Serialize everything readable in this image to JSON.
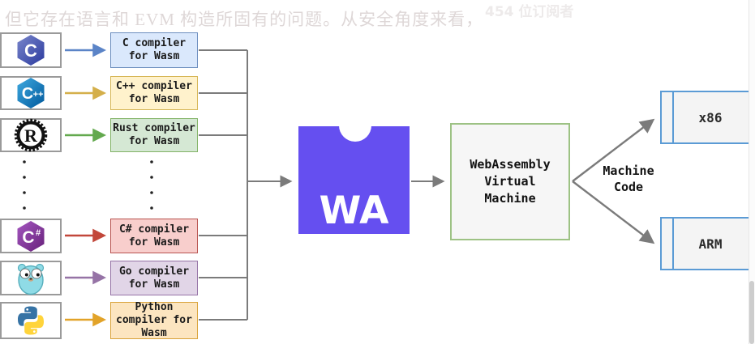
{
  "ghost_overlay": {
    "caption": "但它存在语言和 EVM 构造所固有的问题。从安全角度来看，",
    "subscriber_count": "454 位订阅者"
  },
  "diagram": {
    "languages": [
      {
        "name": "C",
        "icon": "c-logo-icon",
        "label": "C compiler for Wasm",
        "arrow_color": "#5b84c7",
        "box_bg": "#dae8fc",
        "box_border": "#6c8ebf"
      },
      {
        "name": "C++",
        "icon": "cpp-logo-icon",
        "label": "C++ compiler for Wasm",
        "arrow_color": "#d4af4a",
        "box_bg": "#fff2cc",
        "box_border": "#d6b656"
      },
      {
        "name": "Rust",
        "icon": "rust-logo-icon",
        "label": "Rust compiler for Wasm",
        "arrow_color": "#63a94e",
        "box_bg": "#d5e8d4",
        "box_border": "#82b366"
      },
      {
        "name": "C#",
        "icon": "csharp-logo-icon",
        "label": "C# compiler for Wasm",
        "arrow_color": "#c2473a",
        "box_bg": "#f8cecc",
        "box_border": "#b85450"
      },
      {
        "name": "Go",
        "icon": "go-gopher-icon",
        "label": "Go compiler for Wasm",
        "arrow_color": "#9673a6",
        "box_bg": "#e1d5e7",
        "box_border": "#9673a6"
      },
      {
        "name": "Python",
        "icon": "python-logo-icon",
        "label": "Python compiler for Wasm",
        "arrow_color": "#e2a329",
        "box_bg": "#fce5c0",
        "box_border": "#d9a33a"
      }
    ],
    "ellipsis_note": "vertical dots indicating more languages",
    "wasm_logo": {
      "label": "WA",
      "color": "#654ff0"
    },
    "vm_box": {
      "label": "WebAssembly Virtual Machine",
      "border_color": "#9dc284",
      "bg": "#f6f6f6"
    },
    "machine_code_label": "Machine Code",
    "targets": [
      {
        "label": "x86"
      },
      {
        "label": "ARM"
      }
    ],
    "target_box_style": {
      "border_color": "#5b9bd5",
      "bg": "#f4f4f4"
    },
    "connector_color": "#7b7b7b"
  }
}
